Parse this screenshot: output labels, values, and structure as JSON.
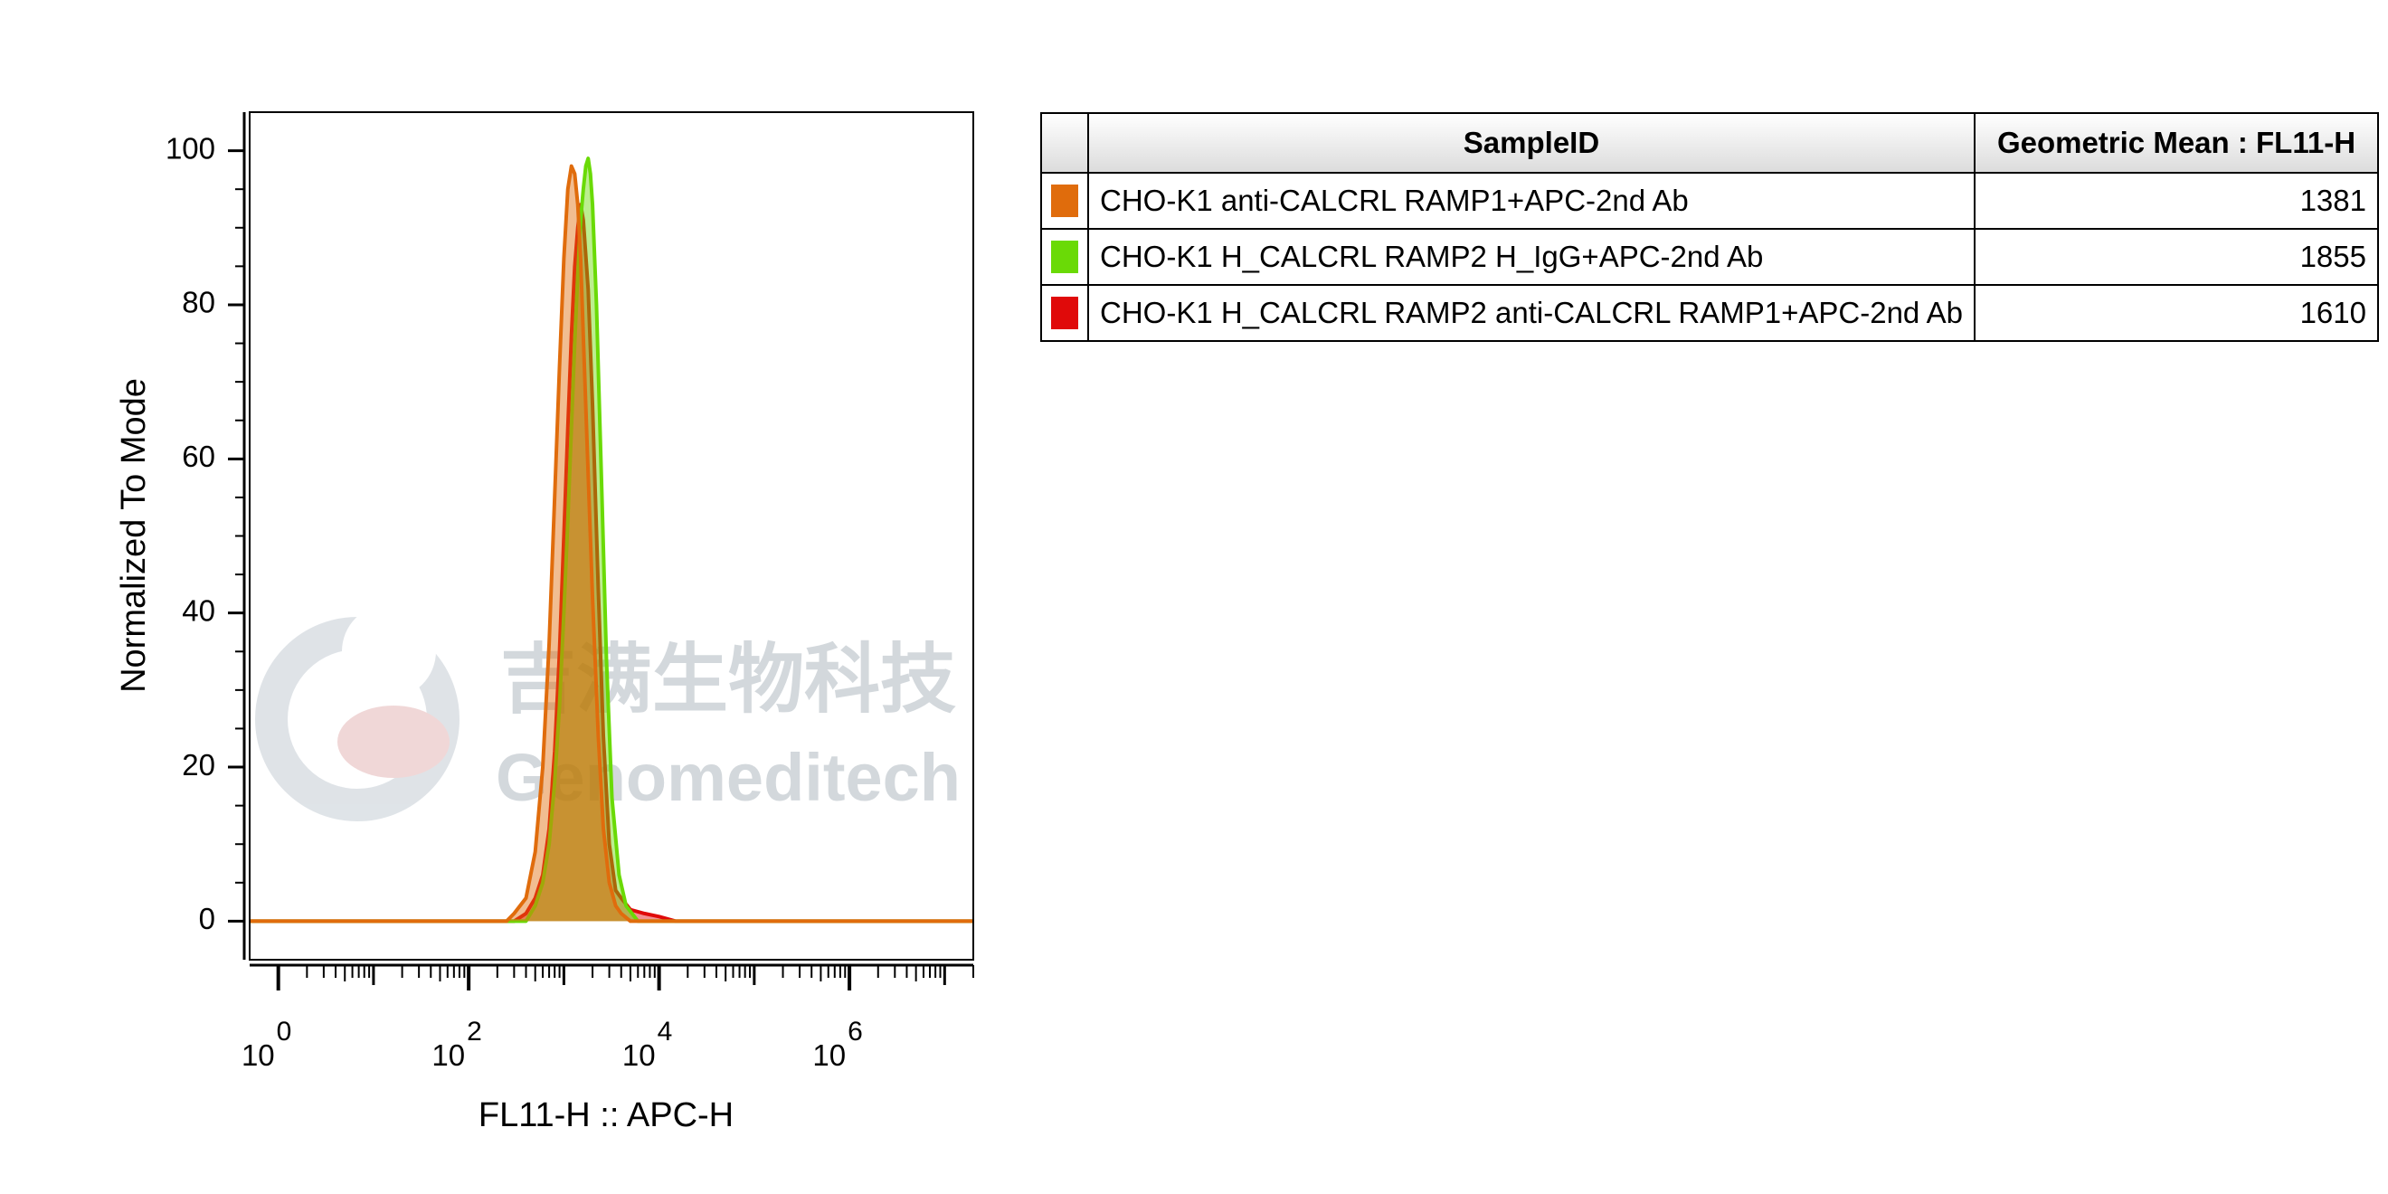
{
  "chart_data": {
    "type": "area",
    "xlabel": "FL11-H :: APC-H",
    "ylabel": "Normalized To Mode",
    "x_scale": "log",
    "xlim": [
      0.5,
      20000000
    ],
    "ylim": [
      -5,
      105
    ],
    "x_ticks": [
      {
        "base": "10",
        "exp": "0",
        "value": 1
      },
      {
        "base": "10",
        "exp": "2",
        "value": 100
      },
      {
        "base": "10",
        "exp": "4",
        "value": 10000
      },
      {
        "base": "10",
        "exp": "6",
        "value": 1000000
      }
    ],
    "y_ticks": [
      "0",
      "20",
      "40",
      "60",
      "80",
      "100"
    ],
    "grid": false,
    "legend": "table at right",
    "series": [
      {
        "name": "CHO-K1 H_CALCRL RAMP2 anti-CALCRL RAMP1+APC-2nd Ab",
        "color": "#e00a0a",
        "fill": true,
        "x": [
          0.5,
          300,
          400,
          500,
          600,
          700,
          800,
          900,
          1000,
          1100,
          1200,
          1300,
          1400,
          1500,
          1600,
          1800,
          2000,
          2300,
          2600,
          3000,
          3500,
          4000,
          5000,
          7000,
          10000,
          15000,
          20000000
        ],
        "y": [
          0,
          0,
          1,
          3,
          6,
          12,
          22,
          35,
          50,
          64,
          76,
          85,
          90,
          93,
          91,
          82,
          67,
          43,
          24,
          10,
          4,
          3,
          1.5,
          1,
          0.6,
          0,
          0
        ]
      },
      {
        "name": "CHO-K1 H_CALCRL RAMP2 H_IgG+APC-2nd Ab",
        "color": "#6ada06",
        "fill": true,
        "x": [
          0.5,
          400,
          500,
          600,
          700,
          800,
          900,
          1000,
          1100,
          1200,
          1300,
          1400,
          1500,
          1600,
          1700,
          1800,
          1900,
          2000,
          2200,
          2500,
          2800,
          3200,
          3800,
          4500,
          6000,
          20000000
        ],
        "y": [
          0,
          0,
          2,
          5,
          10,
          18,
          28,
          40,
          52,
          64,
          75,
          84,
          91,
          95,
          98,
          99,
          97,
          93,
          80,
          56,
          34,
          16,
          6,
          2,
          0,
          0
        ]
      },
      {
        "name": "CHO-K1 anti-CALCRL RAMP1+APC-2nd Ab",
        "color": "#e06c0c",
        "fill": true,
        "x": [
          0.5,
          250,
          300,
          400,
          500,
          600,
          700,
          800,
          900,
          1000,
          1100,
          1200,
          1300,
          1400,
          1500,
          1600,
          1800,
          2000,
          2300,
          2600,
          3000,
          3500,
          4000,
          5000,
          20000000
        ],
        "y": [
          0,
          0,
          1,
          3,
          9,
          20,
          36,
          55,
          72,
          86,
          95,
          98,
          97,
          93,
          86,
          76,
          58,
          42,
          24,
          12,
          5,
          2,
          1,
          0,
          0
        ]
      }
    ]
  },
  "watermark": {
    "cn_text": "吉满生物科技",
    "en_text": "Genomeditech"
  },
  "table": {
    "headers": [
      "SampleID",
      "Geometric Mean : FL11-H"
    ],
    "rows": [
      {
        "color": "#e06c0c",
        "sample": "CHO-K1 anti-CALCRL RAMP1+APC-2nd Ab",
        "value": "1381"
      },
      {
        "color": "#6ada06",
        "sample": "CHO-K1 H_CALCRL RAMP2 H_IgG+APC-2nd Ab",
        "value": "1855"
      },
      {
        "color": "#e00a0a",
        "sample": "CHO-K1 H_CALCRL RAMP2 anti-CALCRL RAMP1+APC-2nd Ab",
        "value": "1610"
      }
    ]
  }
}
